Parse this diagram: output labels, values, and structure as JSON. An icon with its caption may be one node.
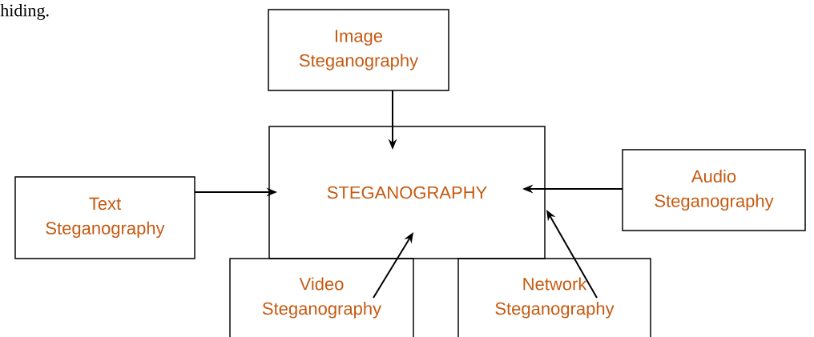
{
  "diagram": {
    "nodes": [
      {
        "text": [
          "STEGANOGRAPHY"
        ]
      },
      {
        "text": [
          "Image Steganography"
        ]
      },
      {
        "text": [
          "Text Steganography"
        ]
      },
      {
        "text": [
          "Audio Steganography"
        ]
      },
      {
        "text": [
          "Video Steganography"
        ]
      },
      {
        "text": [
          "Network Steganography"
        ]
      }
    ],
    "edges": [
      {
        "from": 1,
        "to": 0,
        "arrow": "to"
      },
      {
        "from": 2,
        "to": 0,
        "arrow": "to"
      },
      {
        "from": 3,
        "to": 0,
        "arrow": "to"
      },
      {
        "from": 4,
        "to": 0,
        "arrow": "to"
      },
      {
        "from": 5,
        "to": 0,
        "arrow": "to"
      }
    ],
    "labels": [
      "hiding."
    ]
  }
}
